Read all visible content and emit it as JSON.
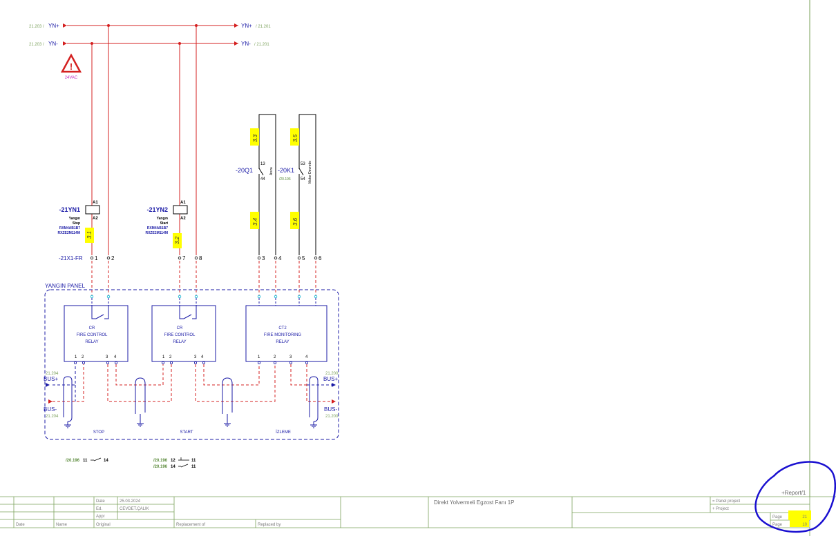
{
  "rails": {
    "yn_plus": "YN+",
    "yn_minus": "YN-",
    "ref_left_plus": "21.203 /",
    "ref_left_minus": "21.203 /",
    "ref_right_plus": "/ 21.201",
    "ref_right_minus": "/ 21.201"
  },
  "warning": {
    "voltage": "24VAC"
  },
  "relays": [
    {
      "tag": "-21YN1",
      "a1": "A1",
      "a2": "A2",
      "desc1": "Yangın",
      "desc2": "Stop",
      "part1": "RXM4AB1B7",
      "part2": "RXZE2M114M",
      "ref": "3.1"
    },
    {
      "tag": "-21YN2",
      "a1": "A1",
      "a2": "A2",
      "desc1": "Yangın",
      "desc2": "Start",
      "part1": "RXM4AB1B7",
      "part2": "RXZE2M114M",
      "ref": "3.2"
    }
  ],
  "contacts": [
    {
      "tag": "-20Q1",
      "t1": "13",
      "t2": "44",
      "desc": "Arıza",
      "ref_top": "3.3",
      "ref_bot": "3.4"
    },
    {
      "tag": "-20K1",
      "t1": "53",
      "t2": "54",
      "desc": "Motor Devrede",
      "sub": "/20.196",
      "ref_top": "3.5",
      "ref_bot": "3.6"
    }
  ],
  "terminal_strip": {
    "tag": "-21X1-FR",
    "numbers": [
      "1",
      "2",
      "7",
      "8",
      "3",
      "4",
      "5",
      "6"
    ]
  },
  "panel": {
    "label": "YANGIN PANEL",
    "modules": [
      {
        "code": "CR",
        "l1": "FIRE CONTROL",
        "l2": "RELAY",
        "terms": [
          "1",
          "2",
          "3",
          "4"
        ],
        "section": "STOP"
      },
      {
        "code": "CR",
        "l1": "FIRE CONTROL",
        "l2": "RELAY",
        "terms": [
          "1",
          "2",
          "3",
          "4"
        ],
        "section": "START"
      },
      {
        "code": "CT2",
        "l1": "FIRE MONITORING",
        "l2": "RELAY",
        "terms": [
          "1",
          "2",
          "3",
          "4"
        ],
        "section": "İZLEME"
      }
    ],
    "bus_plus": "BUS+",
    "bus_minus": "BUS-",
    "ref_left_top": "21.204",
    "ref_left_bot": "21.204",
    "ref_right_top": "21.200",
    "ref_right_bot": "21.200"
  },
  "cross_refs": {
    "left": {
      "page": "/20.196",
      "a": "11",
      "b": "14"
    },
    "right1": {
      "page": "/20.196",
      "a": "12",
      "b": "11"
    },
    "right2": {
      "page": "/20.196",
      "a": "14",
      "b": "11"
    }
  },
  "title_block": {
    "date_label": "Date",
    "date_value": "25.03.2024",
    "ed_label": "Ed.",
    "ed_value": "CEVDET.ÇALIK",
    "appr_label": "Appr",
    "original_label": "Original",
    "col_date": "Date",
    "col_name": "Name",
    "replacement_label": "Replacement of",
    "replaced_label": "Replaced by",
    "title": "Direkt Yolvermeli Egzost Fanı 1P",
    "panel_project": "= Panel project",
    "project": "+ Project",
    "report": "+Report/1",
    "page_label": "Page",
    "page_value": "21",
    "total_label": "Page",
    "total_value": "10"
  },
  "colors": {
    "wire": "#d42020",
    "panel": "#1a1aa6",
    "border": "#7aa05a",
    "highlight": "#ffff00",
    "annotation": "#1a10d0"
  }
}
